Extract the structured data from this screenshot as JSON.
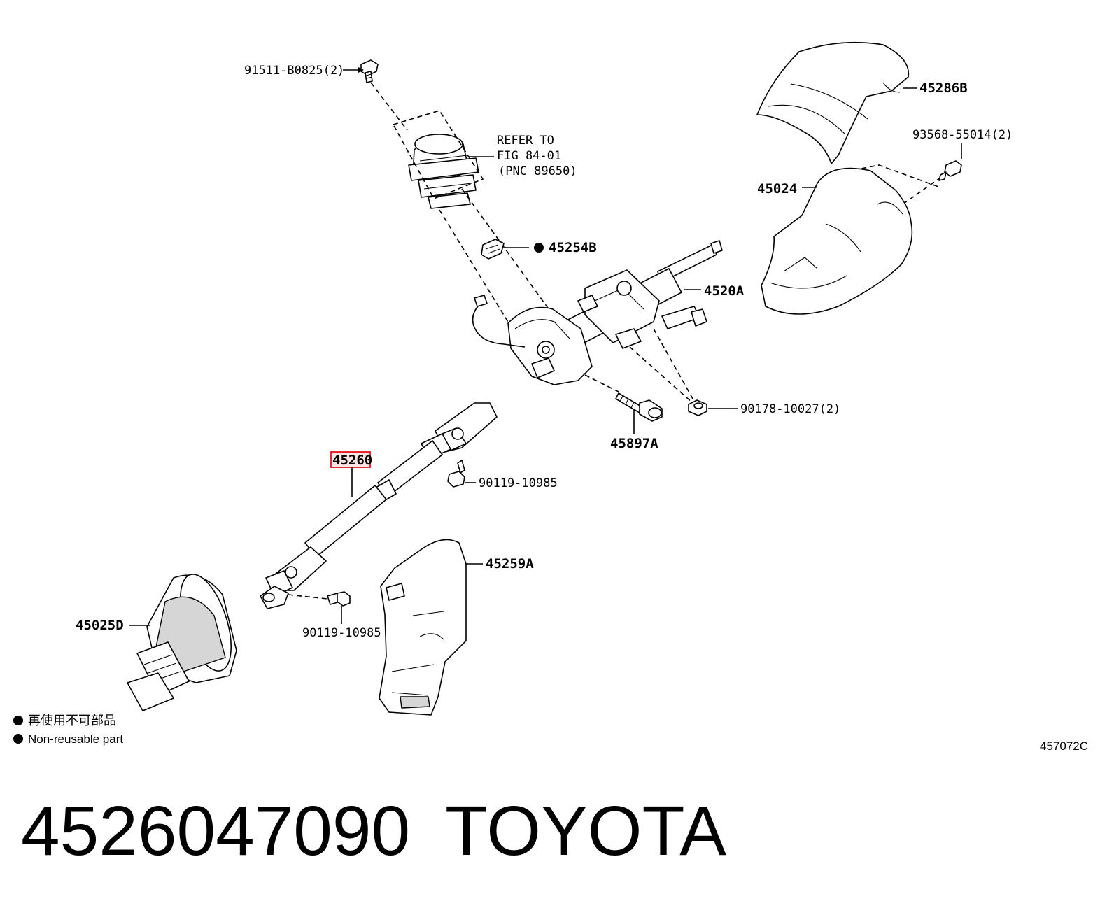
{
  "labels": {
    "bolt_91511": "91511-B0825(2)",
    "refer_line1": "REFER TO",
    "refer_line2": "FIG 84-01",
    "refer_line3": "(PNC 89650)",
    "p45254B": "45254B",
    "p4520A": "4520A",
    "p45286B": "45286B",
    "screw_93568": "93568-55014(2)",
    "p45024": "45024",
    "nut_90178": "90178-10027(2)",
    "p45897A": "45897A",
    "p45260": "45260",
    "bolt_90119_upper": "90119-10985",
    "p45259A": "45259A",
    "bolt_90119_lower": "90119-10985",
    "p45025D": "45025D"
  },
  "legend": {
    "line1": "再使用不可部品",
    "line2": "Non-reusable part"
  },
  "figure_code": "457072C",
  "title": {
    "part_number": "4526047090",
    "brand": "TOYOTA"
  },
  "colors": {
    "highlight": "#e0141e",
    "ink": "#000000"
  }
}
